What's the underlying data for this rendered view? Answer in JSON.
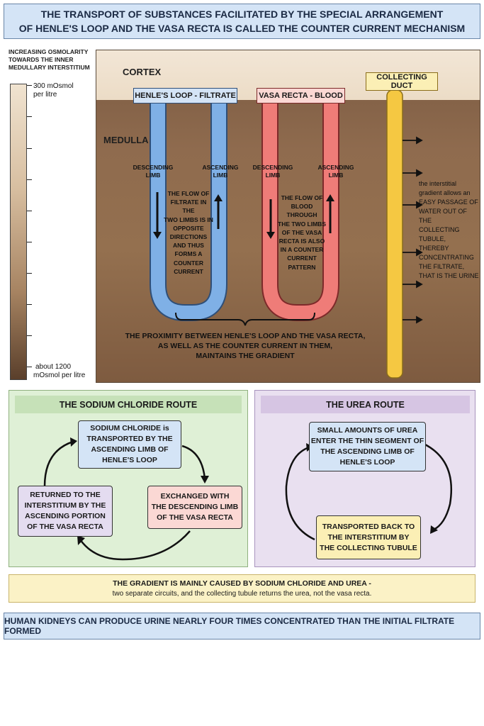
{
  "title": {
    "line1": "THE TRANSPORT OF SUBSTANCES FACILITATED BY THE SPECIAL  ARRANGEMENT",
    "line2": "OF HENLE'S LOOP AND THE VASA RECTA IS CALLED THE COUNTER CURRENT MECHANISM"
  },
  "scale": {
    "heading": [
      "INCREASING OSMOLARITY",
      "TOWARDS THE INNER",
      "MEDULLARY INTERSTITIUM"
    ],
    "top_value": "300 mOsmol",
    "top_unit": "per litre",
    "bottom_value": "about 1200",
    "bottom_unit": "mOsmol per litre"
  },
  "diagram": {
    "cortex_label": "CORTEX",
    "medulla_label": "MEDULLA",
    "henle": {
      "tag": "HENLE'S LOOP - FILTRATE",
      "descending": [
        "DESCENDING",
        "LIMB"
      ],
      "ascending": [
        "ASCENDING",
        "LIMB"
      ],
      "flow_text": [
        "THE FLOW OF",
        "FILTRATE IN THE",
        "TWO LIMBS IS IN",
        "OPPOSITE",
        "DIRECTIONS",
        "AND THUS",
        "FORMS A",
        "COUNTER",
        "CURRENT"
      ],
      "color": "#7fb0e6"
    },
    "vasa": {
      "tag": "VASA RECTA - BLOOD",
      "descending": [
        "DESCENDING",
        "LIMB"
      ],
      "ascending": [
        "ASCENDING",
        "LIMB"
      ],
      "flow_text": [
        "THE FLOW OF",
        "BLOOD THROUGH",
        "THE TWO LIMBS",
        "OF THE VASA",
        "RECTA IS ALSO",
        "IN A COUNTER",
        "CURRENT",
        "PATTERN"
      ],
      "color": "#ef7c78"
    },
    "duct": {
      "tag": "COLLECTING DUCT",
      "text": [
        "the interstitial",
        "gradient allows an",
        "EASY PASSAGE OF",
        "WATER OUT OF THE",
        "COLLECTING TUBULE,",
        "THEREBY",
        "CONCENTRATING",
        "THE FILTRATE,",
        "THAT IS THE URINE"
      ],
      "color": "#f5c842"
    },
    "proximity": [
      "THE PROXIMITY BETWEEN HENLE'S LOOP AND THE VASA RECTA,",
      "AS WELL AS THE COUNTER CURRENT IN THEM,",
      "MAINTAINS THE GRADIENT"
    ]
  },
  "sodium_route": {
    "title": "THE SODIUM CHLORIDE ROUTE",
    "node_top": [
      "SODIUM CHLORIDE is",
      "TRANSPORTED BY THE",
      "ASCENDING LIMB OF",
      "HENLE'S LOOP"
    ],
    "node_right": [
      "EXCHANGED WITH",
      "THE DESCENDING LIMB",
      "OF THE VASA RECTA"
    ],
    "node_left": [
      "RETURNED TO THE",
      "INTERSTITIUM BY THE",
      "ASCENDING PORTION",
      "OF THE VASA RECTA"
    ]
  },
  "urea_route": {
    "title": "THE UREA ROUTE",
    "node_top": [
      "SMALL AMOUNTS OF UREA",
      "ENTER THE THIN SEGMENT OF",
      "THE ASCENDING LIMB OF",
      "HENLE'S LOOP"
    ],
    "node_bottom": [
      "TRANSPORTED BACK TO",
      "THE INTERSTITIUM BY",
      "THE COLLECTING TUBULE"
    ]
  },
  "summary": {
    "bold": "THE GRADIENT IS MAINLY CAUSED BY SODIUM CHLORIDE AND UREA -",
    "normal": "two separate circuits, and the collecting tubule returns the urea, not the vasa recta."
  },
  "footer": "HUMAN KIDNEYS CAN PRODUCE URINE NEARLY FOUR TIMES CONCENTRATED THAN THE INITIAL FILTRATE FORMED"
}
